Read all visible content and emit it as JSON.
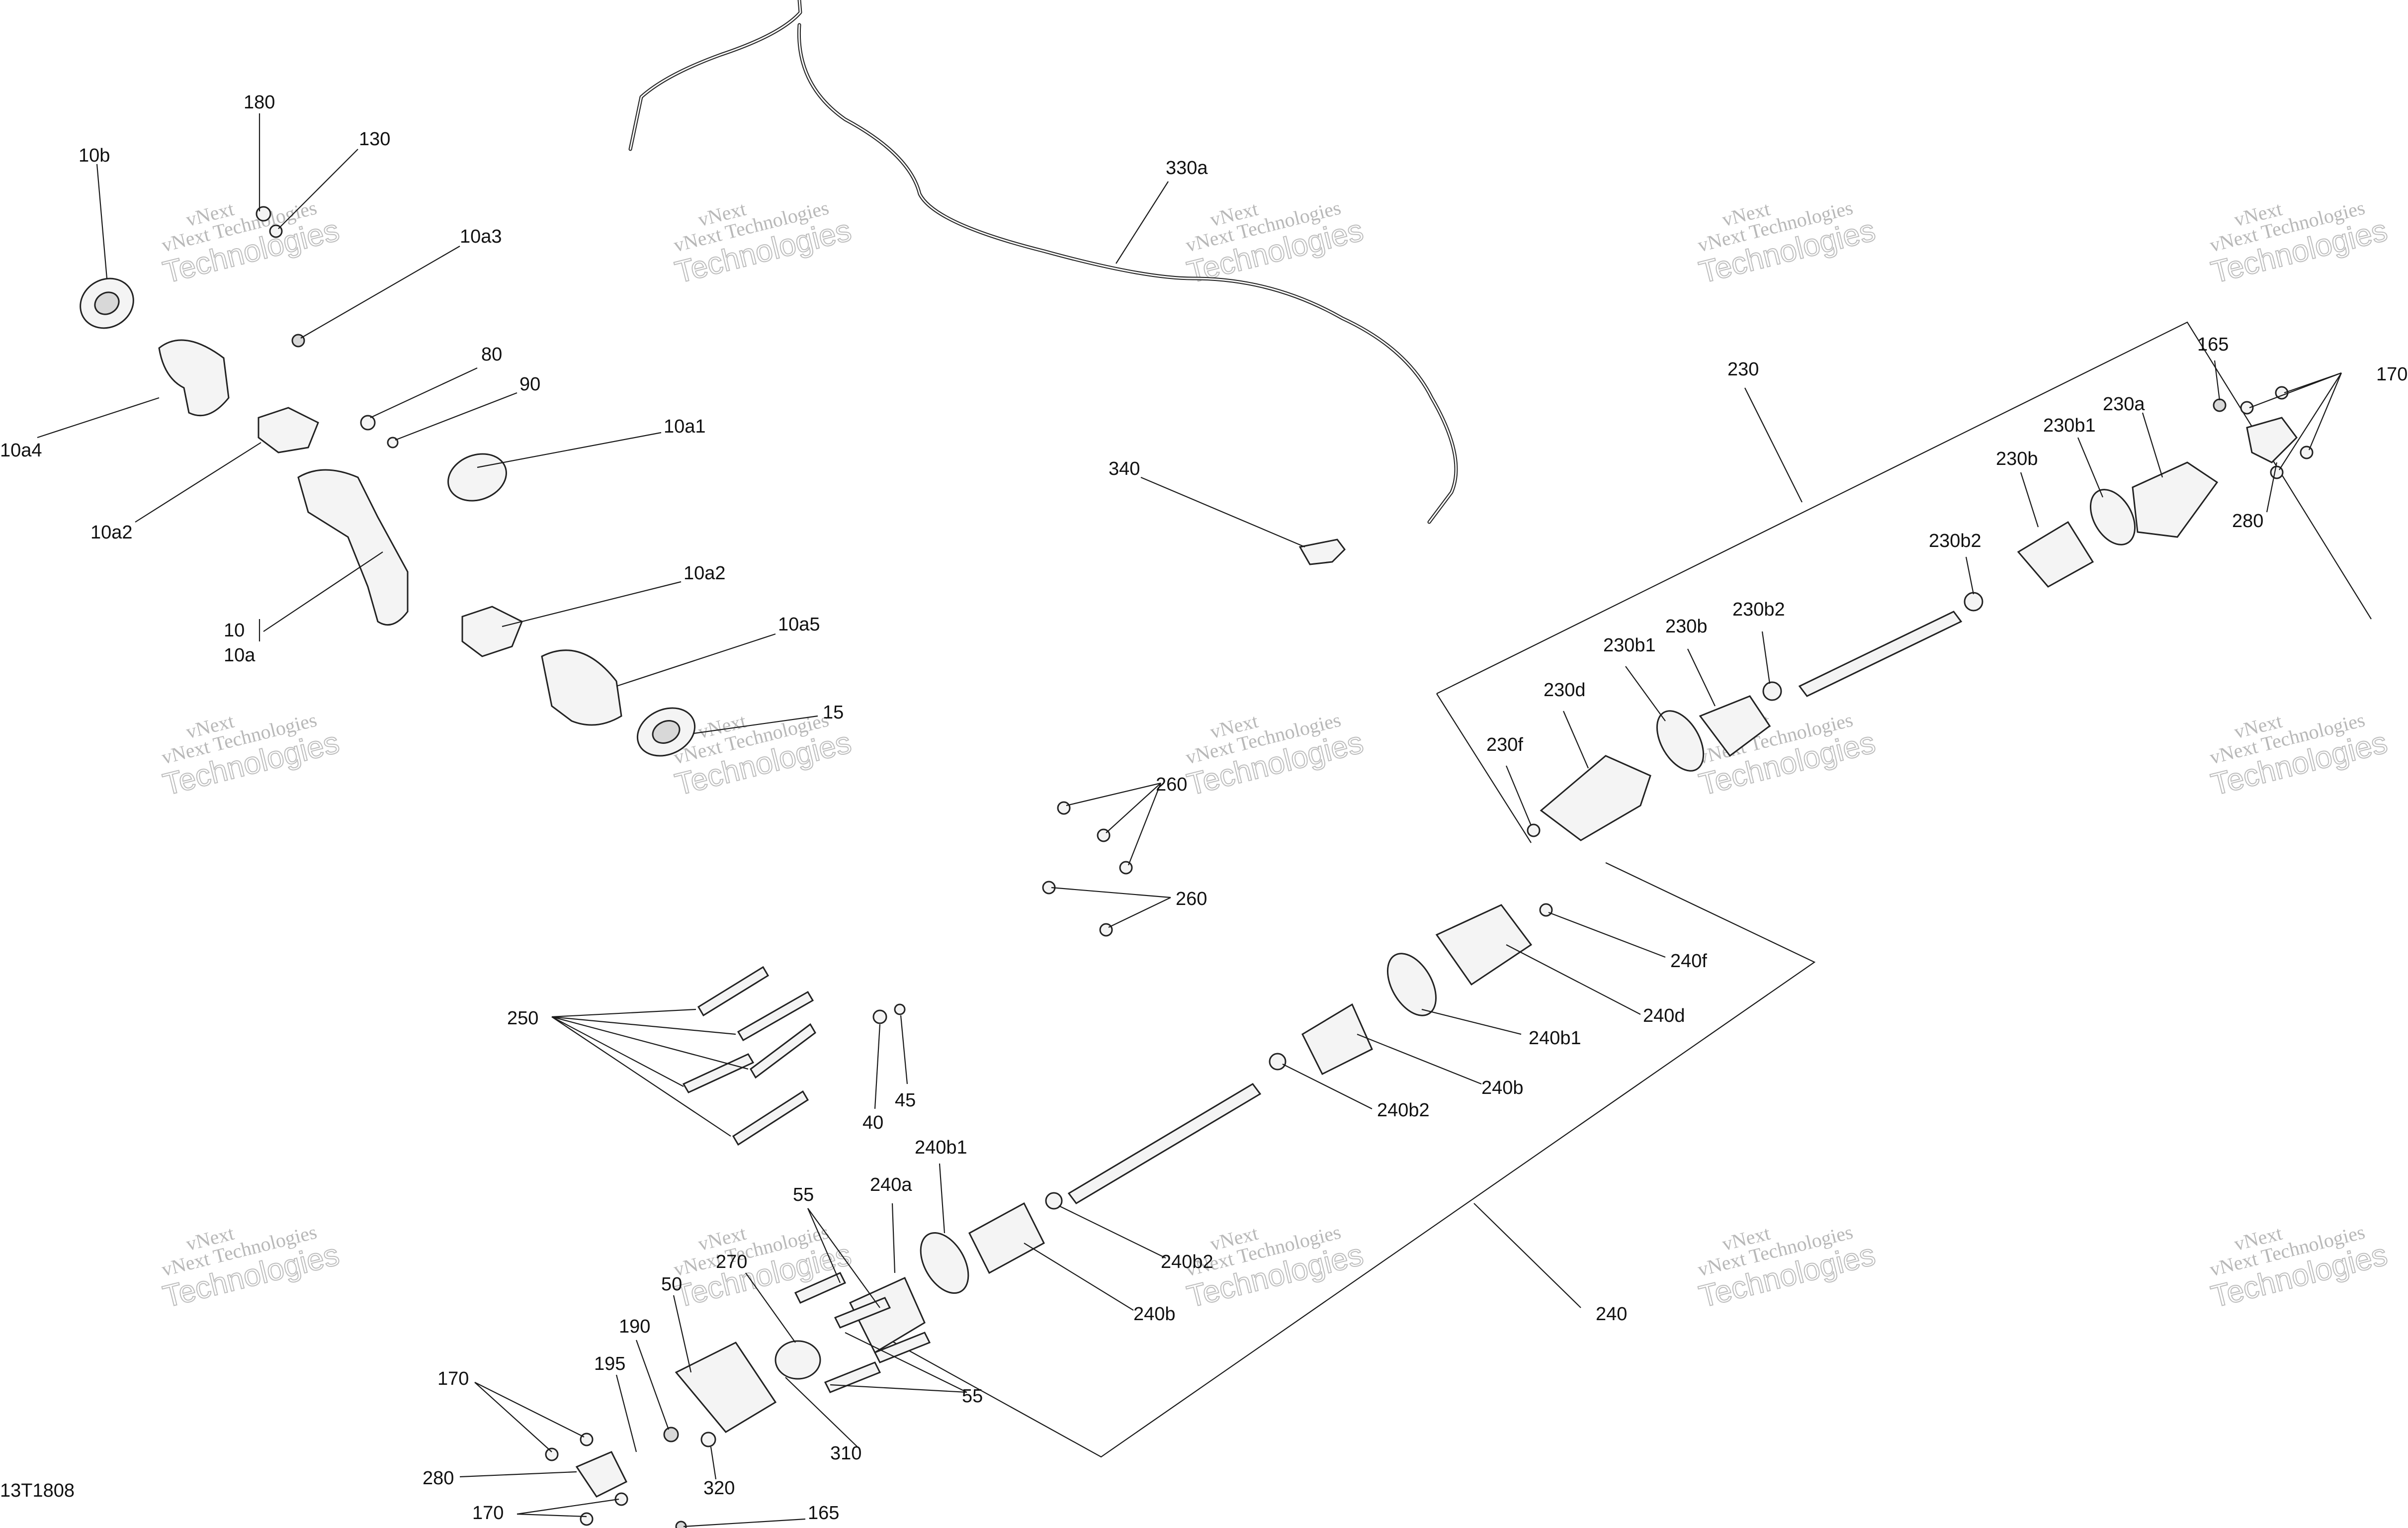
{
  "diagram_id": "13T1808",
  "watermark": {
    "line1": "vNext",
    "line2": "vNext Technologies",
    "line3": "Technologies"
  },
  "callouts": {
    "c180": "180",
    "c130": "130",
    "c10b": "10b",
    "c10a3": "10a3",
    "c80": "80",
    "c90": "90",
    "c10a1": "10a1",
    "c10a4": "10a4",
    "c10a2_top": "10a2",
    "c10": "10",
    "c10a": "10a",
    "c10a2_mid": "10a2",
    "c10a5": "10a5",
    "c15": "15",
    "c330a": "330a",
    "c340": "340",
    "c230": "230",
    "c165_top": "165",
    "c170_top": "170",
    "c280_top": "280",
    "c230a": "230a",
    "c230b1_top": "230b1",
    "c230b_top": "230b",
    "c230b2_top": "230b2",
    "c230b2_mid": "230b2",
    "c230b_mid": "230b",
    "c230b1_mid": "230b1",
    "c230d": "230d",
    "c230f": "230f",
    "c260_a": "260",
    "c260_b": "260",
    "c240f": "240f",
    "c240d": "240d",
    "c240b1_r": "240b1",
    "c240b_r": "240b",
    "c240b2_r": "240b2",
    "c250": "250",
    "c40": "40",
    "c45": "45",
    "c240b1_l": "240b1",
    "c240a": "240a",
    "c55_top": "55",
    "c270": "270",
    "c50": "50",
    "c240b2_l": "240b2",
    "c240b_l": "240b",
    "c190": "190",
    "c195": "195",
    "c170_mid": "170",
    "c55_bot": "55",
    "c240": "240",
    "c310": "310",
    "c280_bot": "280",
    "c320": "320",
    "c170_bot": "170",
    "c165_bot": "165"
  }
}
